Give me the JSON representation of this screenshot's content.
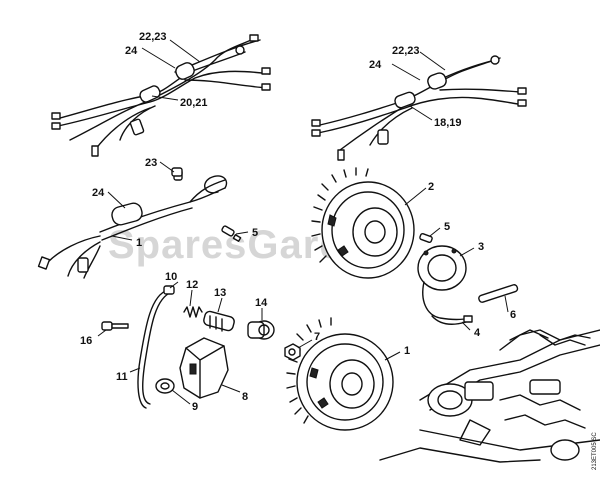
{
  "watermark": "SparesGarden",
  "drawing_code": "213ET005 SC",
  "callouts": {
    "c1a": "1",
    "c1b": "1",
    "c2": "2",
    "c3": "3",
    "c4": "4",
    "c5a": "5",
    "c5b": "5",
    "c6": "6",
    "c7": "7",
    "c8": "8",
    "c9": "9",
    "c10": "10",
    "c11": "11",
    "c12": "12",
    "c13": "13",
    "c14": "14",
    "c16": "16",
    "c18_19": "18,19",
    "c20_21": "20,21",
    "c22_23a": "22,23",
    "c22_23b": "22,23",
    "c23": "23",
    "c24a": "24",
    "c24b": "24",
    "c24c": "24"
  }
}
